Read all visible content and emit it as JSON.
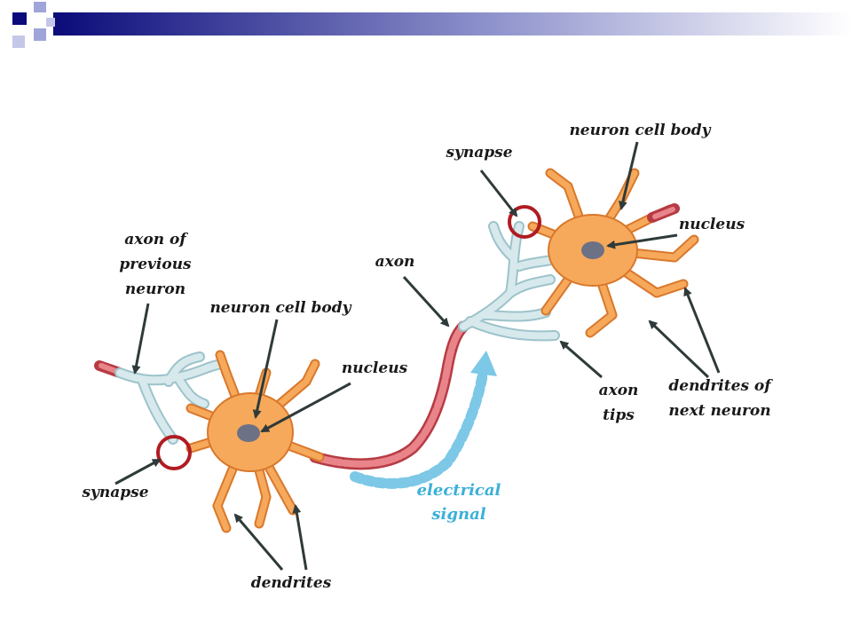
{
  "slide": {
    "accent_colors": {
      "dark": "#0b0b7a",
      "light": "#9fa4d9"
    }
  },
  "diagram": {
    "labels": {
      "axon_prev_1": "axon of",
      "axon_prev_2": "previous",
      "axon_prev_3": "neuron",
      "cell_body_left": "neuron cell body",
      "nucleus_left": "nucleus",
      "synapse_left": "synapse",
      "dendrites": "dendrites",
      "axon": "axon",
      "electrical_1": "electrical",
      "electrical_2": "signal",
      "synapse_right": "synapse",
      "cell_body_right": "neuron cell body",
      "nucleus_right": "nucleus",
      "axon_tips_1": "axon",
      "axon_tips_2": "tips",
      "dendrites_next_1": "dendrites of",
      "dendrites_next_2": "next neuron"
    },
    "colors": {
      "cell_body": "#f6a95b",
      "cell_outline": "#d9782c",
      "axon_terminal": "#d7e9ec",
      "terminal_outline": "#9cc3cb",
      "myelin": "#e06a70",
      "myelin_outline": "#b73b44",
      "nucleus": "#6d7185",
      "signal": "#7cc8e6",
      "synapse_circle": "#b01c22"
    }
  }
}
